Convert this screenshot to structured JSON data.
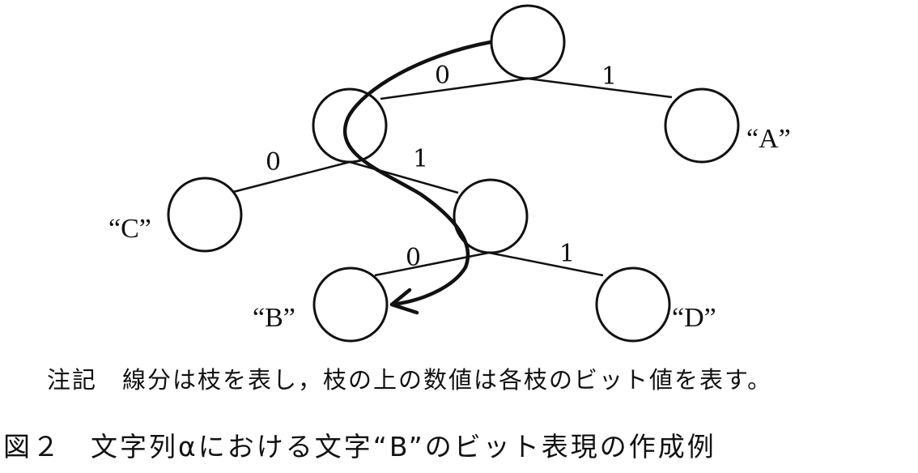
{
  "diagram": {
    "edges": [
      {
        "id": "root-left",
        "bit": "0"
      },
      {
        "id": "root-right",
        "bit": "1"
      },
      {
        "id": "n1-left",
        "bit": "0"
      },
      {
        "id": "n1-right",
        "bit": "1"
      },
      {
        "id": "n2-left",
        "bit": "0"
      },
      {
        "id": "n2-right",
        "bit": "1"
      }
    ],
    "leaves": {
      "a": "“A”",
      "b": "“B”",
      "c": "“C”",
      "d": "“D”"
    }
  },
  "note": "注記　線分は枝を表し，枝の上の数値は各枝のビット値を表す。",
  "caption": "図２　文字列αにおける文字“B”のビット表現の作成例"
}
